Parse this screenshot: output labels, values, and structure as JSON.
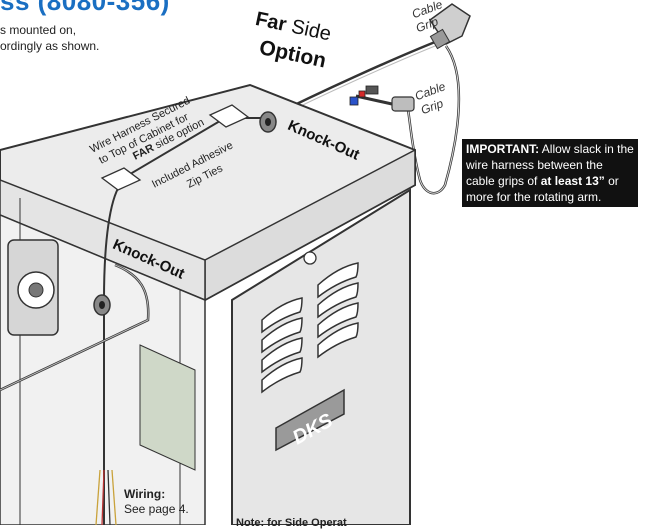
{
  "header": {
    "title": "ss (8080-356)",
    "line1": "s mounted on,",
    "line2": "ordingly as shown."
  },
  "labels": {
    "far_word": "Far",
    "side_word": "Side",
    "option_word": "Option",
    "cable_grip_top_1": "Cable",
    "cable_grip_top_2": "Grip",
    "cable_grip_mid_1": "Cable",
    "cable_grip_mid_2": "Grip",
    "knockout_right": "Knock-Out",
    "knockout_left": "Knock-Out",
    "harness_1": "Wire Harness Secured",
    "harness_2": "to Top of Cabinet for",
    "harness_3_bold": "FAR",
    "harness_3_rest": " side option",
    "zip_1": "Included Adhesive",
    "zip_2": "Zip Ties",
    "brand": "DKS"
  },
  "important_note": {
    "prefix": "IMPORTANT:",
    "text1": " Allow slack in the wire harness between the cable grips of ",
    "bold2": "at least 13”",
    "text2": " or more for the rotating arm."
  },
  "wiring": {
    "title": "Wiring:",
    "text": "See page 4."
  },
  "footer_fragment": "Note: for Side Operat",
  "colors": {
    "title_blue": "#1a6fc2",
    "line": "#333333",
    "cabinet_top": "#ececec",
    "cabinet_side": "#dcdcdc",
    "note_bg": "#111111"
  }
}
